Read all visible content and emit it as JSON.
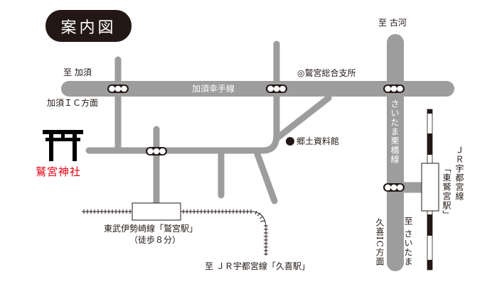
{
  "title": "案内図",
  "colors": {
    "road": "#9d9d9d",
    "ink": "#231815",
    "shrine_red": "#e60012",
    "background": "#ffffff"
  },
  "roads": {
    "kazo_satte_line": "加須幸手線",
    "saitama_kurihashi_line": "さいたま栗橋線"
  },
  "destinations": {
    "to_kazo": "至 加須",
    "kazo_ic": "加須ＩＣ方面",
    "to_koga": "至 古河",
    "kuki_ic": "久喜IC方面",
    "to_saitama": "至 さいたま",
    "to_jr_kuki": "至 ＪＲ宇都宮線「久喜駅」"
  },
  "landmarks": {
    "shrine": "鷲宮神社",
    "branch_office": "◎鷲宮総合支所",
    "museum": "郷土資料館"
  },
  "stations": {
    "tobu_name": "東武伊勢崎線「鷲宮駅」",
    "tobu_walk": "（徒歩８分）",
    "jr_line": "ＪＲ宇都宮線",
    "jr_station": "「東鷲宮駅」"
  },
  "icons": {
    "shrine": "torii-gate-icon",
    "traffic_signal": "traffic-light-icon",
    "museum_marker": "filled-circle-icon",
    "office_marker": "double-circle-icon"
  }
}
